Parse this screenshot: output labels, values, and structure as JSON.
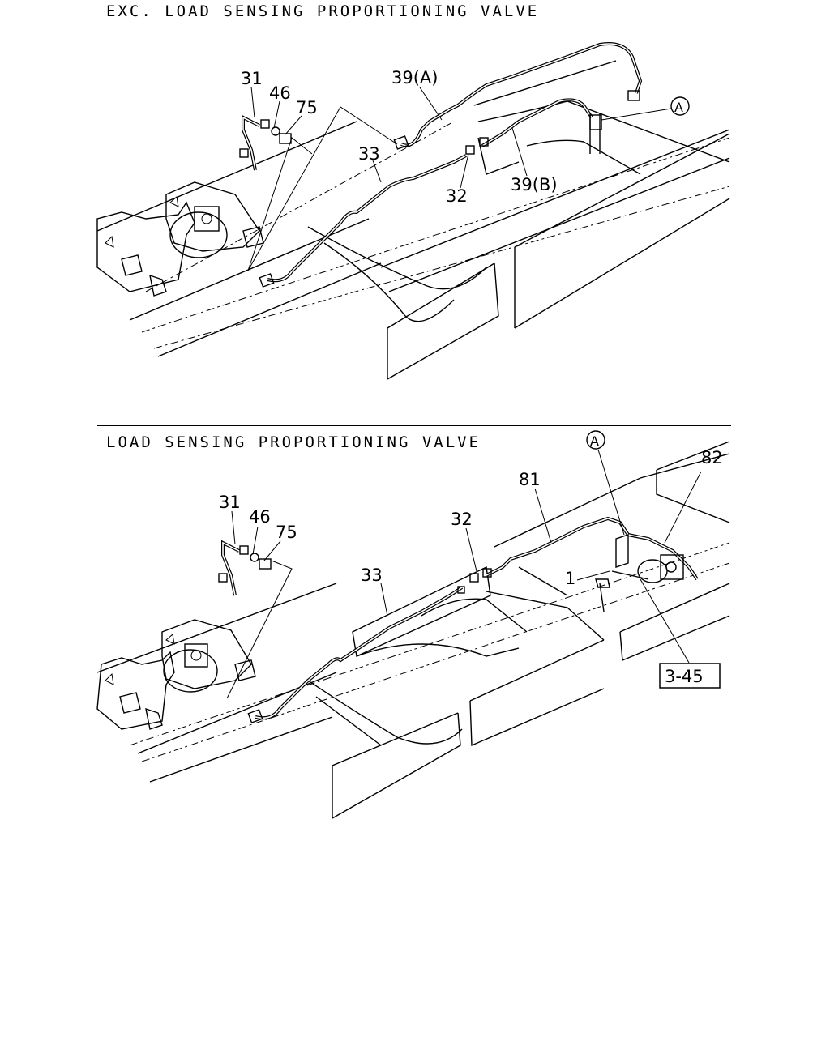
{
  "top_diagram": {
    "title": "EXC. LOAD SENSING PROPORTIONING VALVE",
    "callouts": {
      "c31": "31",
      "c46": "46",
      "c75": "75",
      "c39a": "39(A)",
      "c33": "33",
      "c32": "32",
      "c39b": "39(B)",
      "cA": "A"
    }
  },
  "bottom_diagram": {
    "title": "LOAD SENSING PROPORTIONING VALVE",
    "callouts": {
      "c31": "31",
      "c46": "46",
      "c75": "75",
      "c33": "33",
      "c32": "32",
      "c81": "81",
      "c82": "82",
      "c1": "1",
      "cA": "A"
    },
    "reference_box": "3-45"
  }
}
